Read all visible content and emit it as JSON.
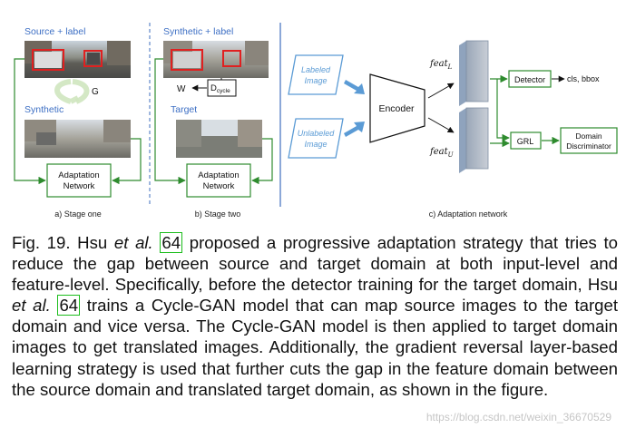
{
  "figure": {
    "stage1": {
      "source_label": "Source + label",
      "g_label": "G",
      "synthetic_label": "Synthetic",
      "adaptation_line1": "Adaptation",
      "adaptation_line2": "Network",
      "caption": "a) Stage one"
    },
    "stage2": {
      "synthetic_label": "Synthetic + label",
      "w_label": "W",
      "d_main": "D",
      "d_sub": "cycle",
      "target_label": "Target",
      "adaptation_line1": "Adaptation",
      "adaptation_line2": "Network",
      "caption": "b) Stage two"
    },
    "network": {
      "labeled_line1": "Labeled",
      "labeled_line2": "Image",
      "unlabeled_line1": "Unlabeled",
      "unlabeled_line2": "Image",
      "encoder": "Encoder",
      "feat_l_main": "feat",
      "feat_l_sub": "L",
      "feat_u_main": "feat",
      "feat_u_sub": "U",
      "detector": "Detector",
      "detector_out": "cls, bbox",
      "grl": "GRL",
      "domain_line1": "Domain",
      "domain_line2": "Discriminator",
      "caption": "c) Adaptation network"
    }
  },
  "caption": {
    "part1": "Fig. 19. Hsu ",
    "etal1": "et al.",
    "ref1": "64",
    "part2": " proposed a progressive adaptation strategy that tries to reduce the gap between source and target domain at both input-level and feature-level. Specifically, before the detector training for the target domain, Hsu ",
    "etal2": "et al.",
    "ref2": "64",
    "part3": " trains a Cycle-GAN model that can map source images to the target domain and vice versa. The Cycle-GAN model is then applied to target domain images to get translated images. Additionally, the gradient reversal layer-based learning strategy is used that further cuts the gap in the feature domain between the source domain and translated target domain, as shown in the figure."
  },
  "watermark": "https://blog.csdn.net/weixin_36670529",
  "colors": {
    "panel_green": "#2e8b2e",
    "blue_box": "#5b9bd5",
    "divider": "#3f6fbf",
    "red_box": "#e02020",
    "cite_box": "#1cbd1c"
  }
}
